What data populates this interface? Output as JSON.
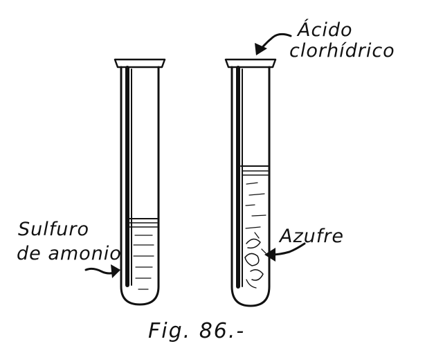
{
  "labels": {
    "left_line1": "Sulfuro",
    "left_line2": "de amonio",
    "acid_line1": "Ácido",
    "acid_line2": "clorhídrico",
    "sulfur": "Azufre"
  },
  "caption": "Fig. 86.-"
}
